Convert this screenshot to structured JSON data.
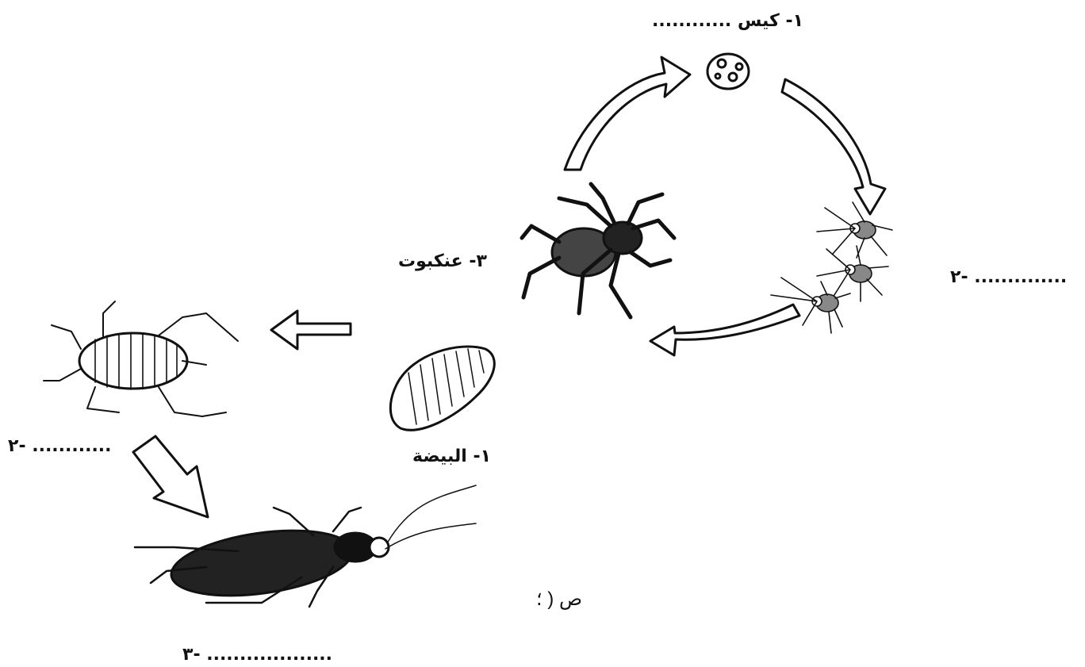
{
  "spider_cycle": {
    "stage_1": "١- كيس ............",
    "stage_2": "٢- ..............",
    "stage_3": "٣- عنكبوت"
  },
  "cockroach_cycle": {
    "stage_1": "١- البيضة",
    "stage_2": "٢- ............",
    "stage_3": "٣- ..................."
  },
  "footer_text": "ص ( ؛"
}
